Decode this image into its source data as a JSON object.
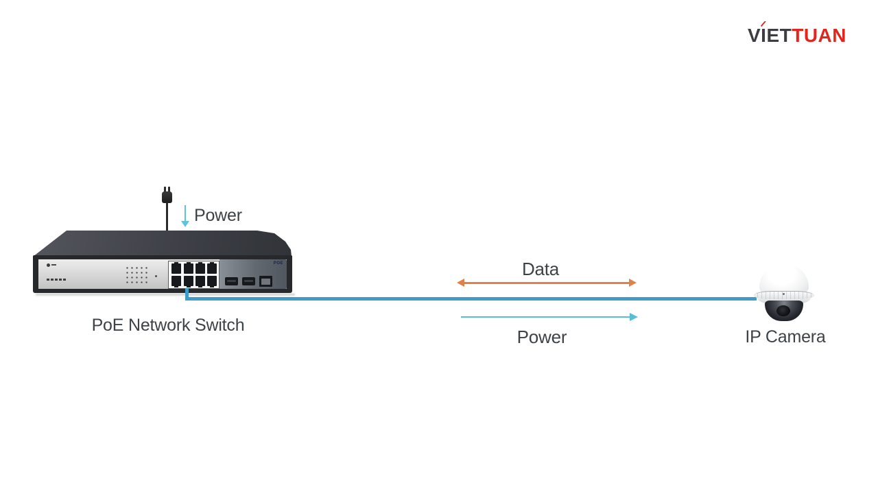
{
  "brand": {
    "name_primary": "VIET",
    "name_secondary": "TUAN",
    "primary_color": "#3c3c41",
    "secondary_color": "#e2261d"
  },
  "diagram": {
    "switch": {
      "label": "PoE Network Switch",
      "input_power_label": "Power",
      "poe_badge": "POE"
    },
    "camera": {
      "label": "IP Camera"
    },
    "flows": {
      "data_label": "Data",
      "power_label": "Power"
    },
    "colors": {
      "cable": "#3f9bc8",
      "data_arrow": "#e0814a",
      "power_arrow": "#58bed6",
      "label_text": "#3d4247"
    }
  }
}
